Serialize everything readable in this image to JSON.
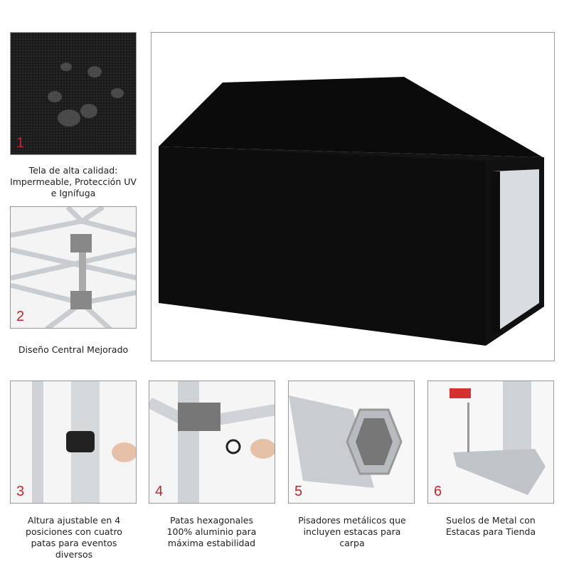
{
  "features": [
    {
      "number": "1",
      "caption": "Tela de alta calidad: Impermeable, Protección UV e Ignífuga"
    },
    {
      "number": "2",
      "caption": "Diseño Central Mejorado"
    },
    {
      "number": "3",
      "caption": "Altura ajustable en 4 posiciones con cuatro patas para eventos diversos"
    },
    {
      "number": "4",
      "caption": "Patas hexagonales 100% aluminio para máxima estabilidad"
    },
    {
      "number": "5",
      "caption": "Pisadores metálicos que incluyen estacas para carpa"
    },
    {
      "number": "6",
      "caption": "Suelos de Metal con Estacas para Tienda"
    }
  ],
  "colors": {
    "number": "#c4262b",
    "tent": "#0b0b0b"
  }
}
